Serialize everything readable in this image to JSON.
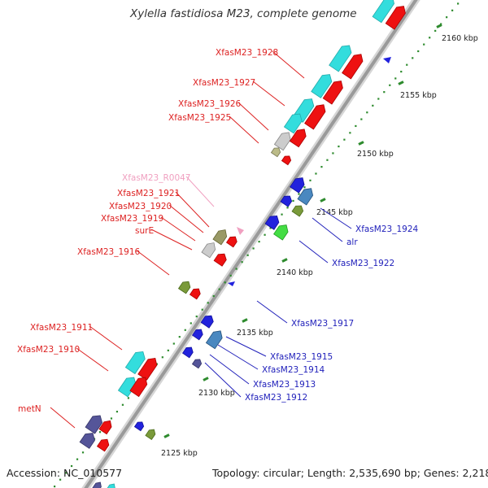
{
  "title": "Xylella fastidiosa M23, complete genome",
  "footer": {
    "accession": "Accession: NC_010577",
    "topology": "Topology: circular; Length: 2,535,690 bp; Genes: 2,218"
  },
  "colors": {
    "background": "#ffffff",
    "backbone": "#9a9a9a",
    "left_labels": "#dd2222",
    "right_labels": "#2222bb",
    "rna_label": "#f0a0c0",
    "tick_marks": "#2e8b2e",
    "kbp_text": "#222222"
  },
  "kbp_ticks": [
    "2125 kbp",
    "2130 kbp",
    "2135 kbp",
    "2140 kbp",
    "2145 kbp",
    "2150 kbp",
    "2155 kbp",
    "2160 kbp"
  ],
  "left_labels": [
    "XfasM23_1928",
    "XfasM23_1927",
    "XfasM23_1926",
    "XfasM23_1925",
    "XfasM23_R0047",
    "XfasM23_1921",
    "XfasM23_1920",
    "XfasM23_1919",
    "surE",
    "XfasM23_1916",
    "XfasM23_1911",
    "XfasM23_1910",
    "metN"
  ],
  "right_labels": [
    "XfasM23_1924",
    "alr",
    "XfasM23_1922",
    "XfasM23_1917",
    "XfasM23_1915",
    "XfasM23_1914",
    "XfasM23_1913",
    "XfasM23_1912"
  ]
}
